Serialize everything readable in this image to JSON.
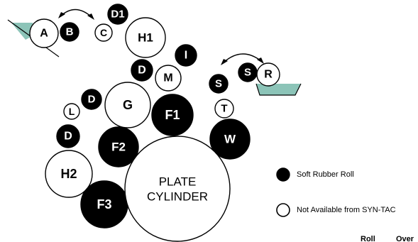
{
  "colors": {
    "soft": "#000000",
    "other": "#ffffff",
    "stroke": "#000000",
    "fountain": "#8cc4b8"
  },
  "rolls": [
    {
      "id": "A",
      "label": "A",
      "type": "other"
    },
    {
      "id": "B",
      "label": "B",
      "type": "soft"
    },
    {
      "id": "C",
      "label": "C",
      "type": "other"
    },
    {
      "id": "D1",
      "label": "D1",
      "type": "soft"
    },
    {
      "id": "H1",
      "label": "H1",
      "type": "other"
    },
    {
      "id": "I",
      "label": "I",
      "type": "soft"
    },
    {
      "id": "D-upper",
      "label": "D",
      "type": "soft"
    },
    {
      "id": "M",
      "label": "M",
      "type": "other"
    },
    {
      "id": "D-mid",
      "label": "D",
      "type": "soft"
    },
    {
      "id": "L",
      "label": "L",
      "type": "other"
    },
    {
      "id": "G",
      "label": "G",
      "type": "other"
    },
    {
      "id": "F1",
      "label": "F1",
      "type": "soft"
    },
    {
      "id": "D-lower",
      "label": "D",
      "type": "soft"
    },
    {
      "id": "F2",
      "label": "F2",
      "type": "soft"
    },
    {
      "id": "H2",
      "label": "H2",
      "type": "other"
    },
    {
      "id": "F3",
      "label": "F3",
      "type": "soft"
    },
    {
      "id": "S-left",
      "label": "S",
      "type": "soft"
    },
    {
      "id": "S-right",
      "label": "S",
      "type": "soft"
    },
    {
      "id": "R",
      "label": "R",
      "type": "other"
    },
    {
      "id": "T",
      "label": "T",
      "type": "other"
    },
    {
      "id": "W",
      "label": "W",
      "type": "soft"
    }
  ],
  "plate_cylinder": {
    "line1": "PLATE",
    "line2": "CYLINDER"
  },
  "legend": {
    "soft_label": "Soft Rubber Roll",
    "other_label": "Not Available from SYN-TAC"
  },
  "footer": {
    "col1": "Roll",
    "col2": "Over"
  }
}
